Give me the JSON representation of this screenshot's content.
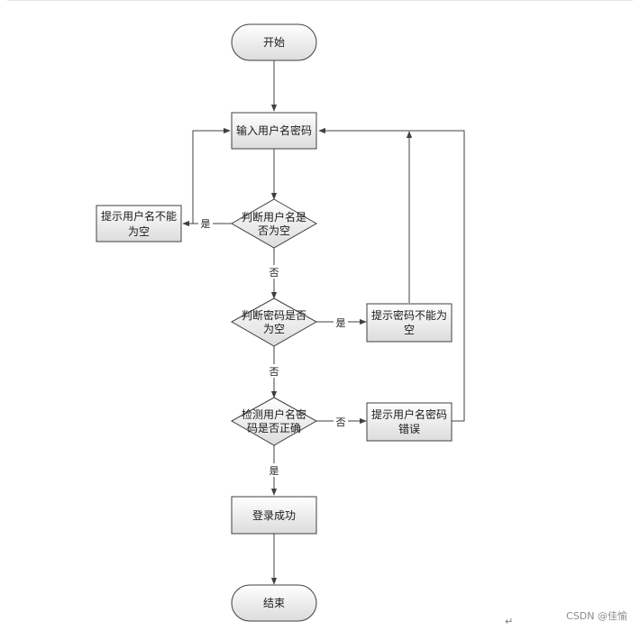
{
  "diagram": {
    "nodes": {
      "start": "开始",
      "input": "输入用户名密码",
      "check_user_line1": "判断用户名是",
      "check_user_line2": "否为空",
      "warn_user_line1": "提示用户名不能",
      "warn_user_line2": "为空",
      "check_pwd_line1": "判断密码是否",
      "check_pwd_line2": "为空",
      "warn_pwd_line1": "提示密码不能为",
      "warn_pwd_line2": "空",
      "verify_line1": "检测用户名密",
      "verify_line2": "码是否正确",
      "warn_error_line1": "提示用户名密码",
      "warn_error_line2": "错误",
      "success": "登录成功",
      "end": "结束"
    },
    "edges": {
      "user_empty_yes": "是",
      "user_empty_no": "否",
      "pwd_empty_yes": "是",
      "pwd_empty_no": "否",
      "verify_no": "否",
      "verify_yes": "是"
    }
  },
  "watermark": "CSDN @佳愉",
  "paragraph_mark": "↵",
  "colors": {
    "stroke": "#404040",
    "fill_top": "#ffffff",
    "fill_bottom": "#dcdcdc"
  }
}
